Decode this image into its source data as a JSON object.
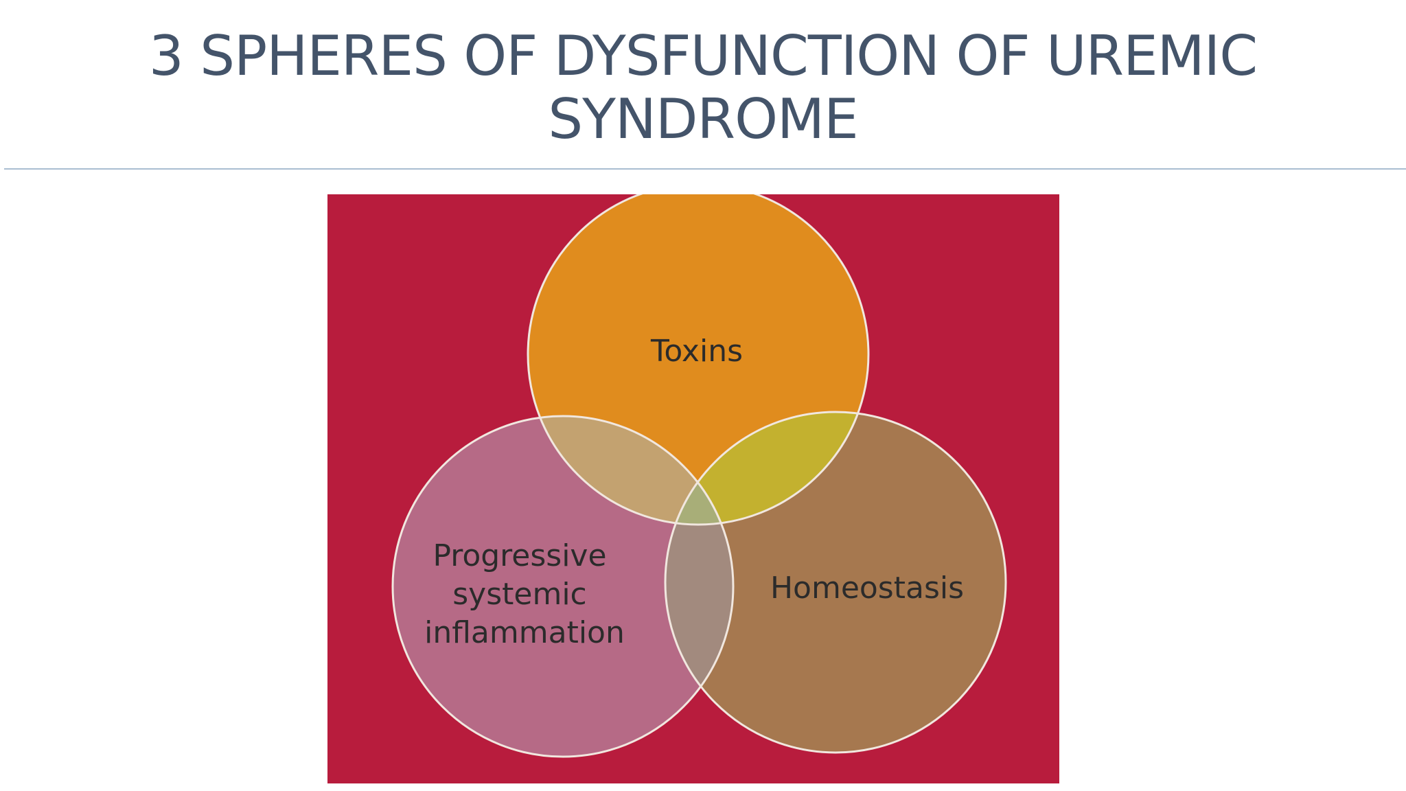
{
  "slide": {
    "title_line1": "3 SPHERES OF DYSFUNCTION OF UREMIC",
    "title_line2": "SYNDROME"
  },
  "diagram": {
    "background_color": "#b81c3d",
    "circles": [
      {
        "id": "toxins",
        "label_lines": [
          "Toxins"
        ],
        "color": "#e08c1e"
      },
      {
        "id": "inflammation",
        "label_lines": [
          "Progressive",
          "systemic",
          "inflammation"
        ],
        "color": "#b66a86"
      },
      {
        "id": "homeostasis",
        "label_lines": [
          "Homeostasis"
        ],
        "color": "#a6784f"
      }
    ],
    "overlap_colors": {
      "toxins_inflammation": "#c3a270",
      "toxins_homeostasis": "#c3b12f",
      "inflammation_homeostasis": "#a28a7e",
      "center": "#a8ae78"
    },
    "outline_color": "#f1e7df"
  }
}
